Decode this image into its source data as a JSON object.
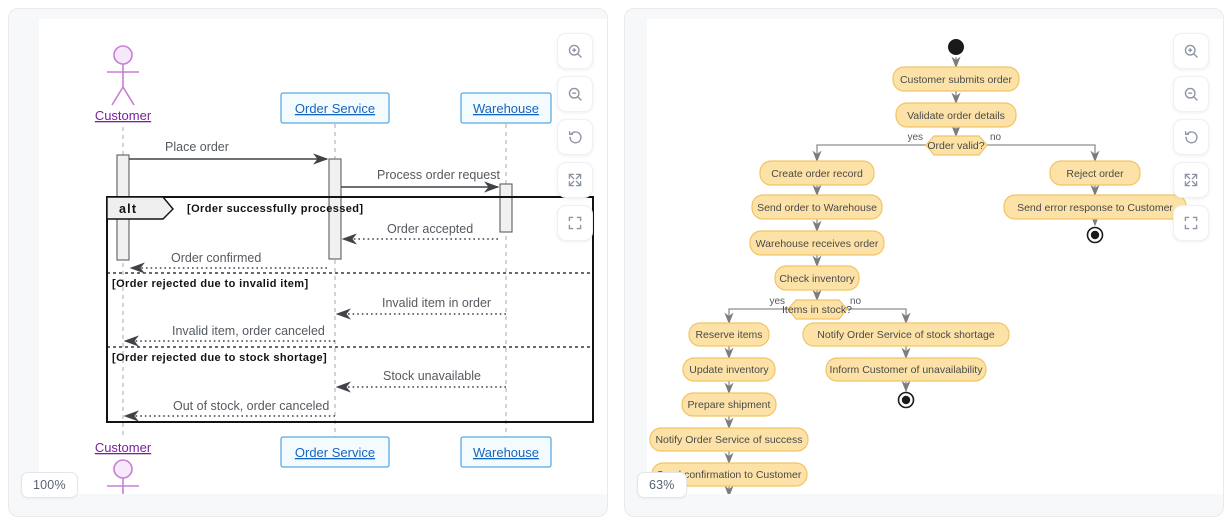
{
  "app": {
    "panels": [
      {
        "id": "sequence-diagram-panel",
        "kind": "sequence",
        "zoom_label": "100%",
        "toolbar": [
          {
            "name": "zoom-in-icon",
            "label": "Zoom in"
          },
          {
            "name": "zoom-out-icon",
            "label": "Zoom out"
          },
          {
            "name": "reset-icon",
            "label": "Reset view"
          },
          {
            "name": "expand-icon",
            "label": "Expand"
          },
          {
            "name": "fit-icon",
            "label": "Fit to screen"
          }
        ]
      },
      {
        "id": "activity-diagram-panel",
        "kind": "activity",
        "zoom_label": "63%",
        "toolbar": [
          {
            "name": "zoom-in-icon",
            "label": "Zoom in"
          },
          {
            "name": "zoom-out-icon",
            "label": "Zoom out"
          },
          {
            "name": "reset-icon",
            "label": "Reset view"
          },
          {
            "name": "expand-icon",
            "label": "Expand"
          },
          {
            "name": "fit-icon",
            "label": "Fit to screen"
          }
        ]
      }
    ]
  },
  "sequence": {
    "participants": [
      {
        "id": "customer",
        "label": "Customer",
        "type": "actor"
      },
      {
        "id": "order_service",
        "label": "Order Service",
        "type": "object"
      },
      {
        "id": "warehouse",
        "label": "Warehouse",
        "type": "object"
      }
    ],
    "footer_participants": [
      {
        "id": "customer",
        "label": "Customer",
        "type": "actor"
      },
      {
        "id": "order_service",
        "label": "Order Service",
        "type": "object"
      },
      {
        "id": "warehouse",
        "label": "Warehouse",
        "type": "object"
      }
    ],
    "messages": [
      {
        "text": "Place order",
        "from": "customer",
        "to": "order_service",
        "style": "solid"
      },
      {
        "text": "Process order request",
        "from": "order_service",
        "to": "warehouse",
        "style": "solid"
      },
      {
        "text": "Order accepted",
        "from": "warehouse",
        "to": "order_service",
        "style": "dotted"
      },
      {
        "text": "Order confirmed",
        "from": "order_service",
        "to": "customer",
        "style": "dotted"
      },
      {
        "text": "Invalid item in order",
        "from": "warehouse",
        "to": "order_service",
        "style": "dotted"
      },
      {
        "text": "Invalid item, order canceled",
        "from": "order_service",
        "to": "customer",
        "style": "dotted"
      },
      {
        "text": "Stock unavailable",
        "from": "warehouse",
        "to": "order_service",
        "style": "dotted"
      },
      {
        "text": "Out of stock, order canceled",
        "from": "order_service",
        "to": "customer",
        "style": "dotted"
      }
    ],
    "fragment": {
      "operator": "alt",
      "conditions": [
        "[Order successfully processed]",
        "[Order rejected due to invalid item]",
        "[Order rejected due to stock shortage]"
      ]
    }
  },
  "activity": {
    "nodes": [
      {
        "id": "start",
        "type": "initial",
        "label": ""
      },
      {
        "id": "n1",
        "type": "action",
        "label": "Customer submits order"
      },
      {
        "id": "n2",
        "type": "action",
        "label": "Validate order details"
      },
      {
        "id": "d1",
        "type": "decision",
        "label": "Order valid?"
      },
      {
        "id": "n3",
        "type": "action",
        "label": "Create order record"
      },
      {
        "id": "n4",
        "type": "action",
        "label": "Reject order"
      },
      {
        "id": "n5",
        "type": "action",
        "label": "Send error response to Customer"
      },
      {
        "id": "e1",
        "type": "final",
        "label": ""
      },
      {
        "id": "n6",
        "type": "action",
        "label": "Send order to Warehouse"
      },
      {
        "id": "n7",
        "type": "action",
        "label": "Warehouse receives order"
      },
      {
        "id": "n8",
        "type": "action",
        "label": "Check inventory"
      },
      {
        "id": "d2",
        "type": "decision",
        "label": "Items in stock?"
      },
      {
        "id": "n9",
        "type": "action",
        "label": "Reserve items"
      },
      {
        "id": "n10",
        "type": "action",
        "label": "Notify Order Service of stock shortage"
      },
      {
        "id": "n11",
        "type": "action",
        "label": "Update inventory"
      },
      {
        "id": "n12",
        "type": "action",
        "label": "Inform Customer of unavailability"
      },
      {
        "id": "e2",
        "type": "final",
        "label": ""
      },
      {
        "id": "n13",
        "type": "action",
        "label": "Prepare shipment"
      },
      {
        "id": "n14",
        "type": "action",
        "label": "Notify Order Service of success"
      },
      {
        "id": "n15",
        "type": "action",
        "label": "Send confirmation to Customer"
      },
      {
        "id": "e3",
        "type": "final",
        "label": ""
      }
    ],
    "guards": [
      {
        "from": "d1",
        "label": "yes"
      },
      {
        "from": "d1",
        "label": "no"
      },
      {
        "from": "d2",
        "label": "yes"
      },
      {
        "from": "d2",
        "label": "no"
      }
    ]
  },
  "colors": {
    "actor": "#c77fd6",
    "actor_label": "#7b1fa2",
    "participant_fill": "#f4fbff",
    "participant_border": "#5aa9e0",
    "participant_label": "#1565c0",
    "activity_fill": "#fde2a7",
    "activity_border": "#f2c464",
    "message_text": "#555a60",
    "panel_bg": "#f7f8fa"
  }
}
